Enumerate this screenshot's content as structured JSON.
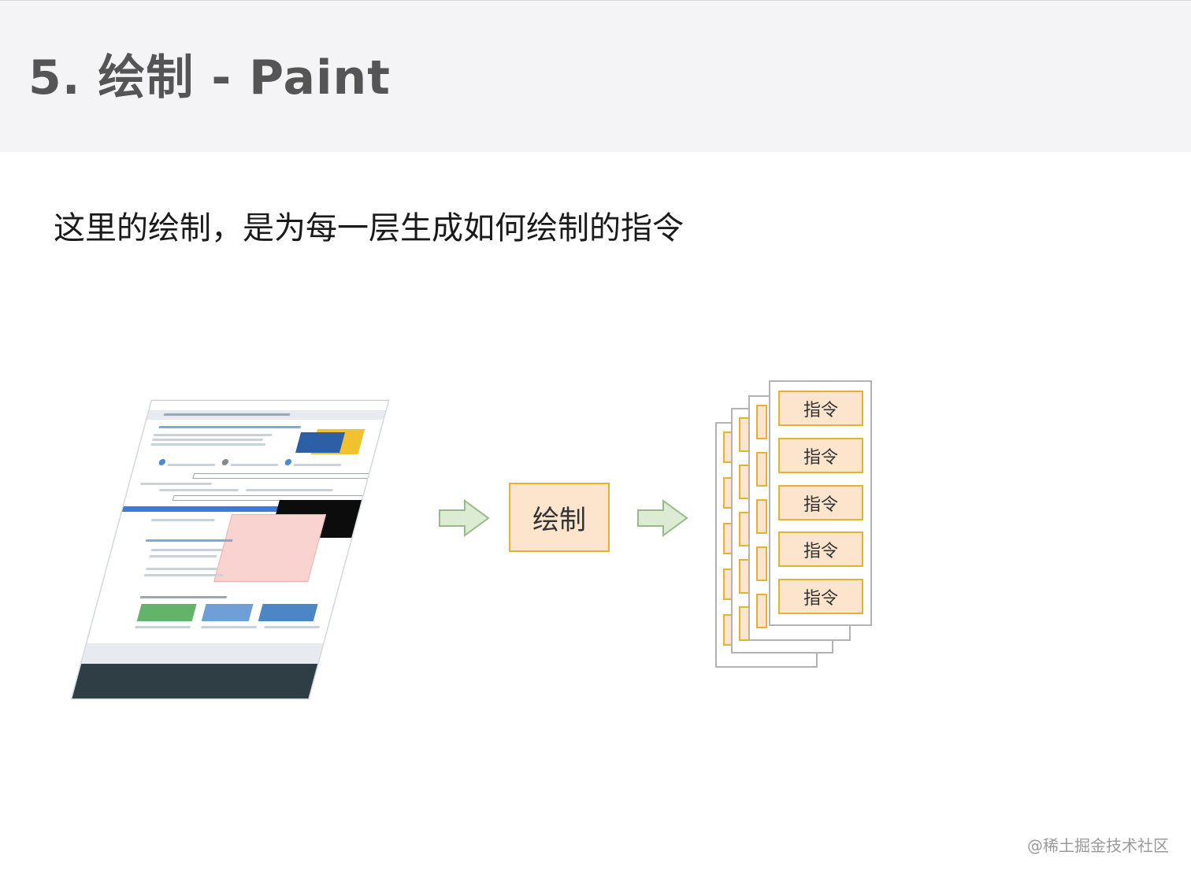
{
  "slide": {
    "title": "5. 绘制 - Paint",
    "subtitle": "这里的绘制，是为每一层生成如何绘制的指令",
    "watermark": "@稀土掘金技术社区"
  },
  "diagram": {
    "process_label": "绘制",
    "instructions": [
      "指令",
      "指令",
      "指令",
      "指令",
      "指令"
    ],
    "colors": {
      "box_fill": "#fce4cd",
      "box_border": "#e5b236",
      "arrow_fill": "#dcebd3",
      "arrow_stroke": "#98bb86",
      "card_border": "#b3b3b3"
    }
  }
}
